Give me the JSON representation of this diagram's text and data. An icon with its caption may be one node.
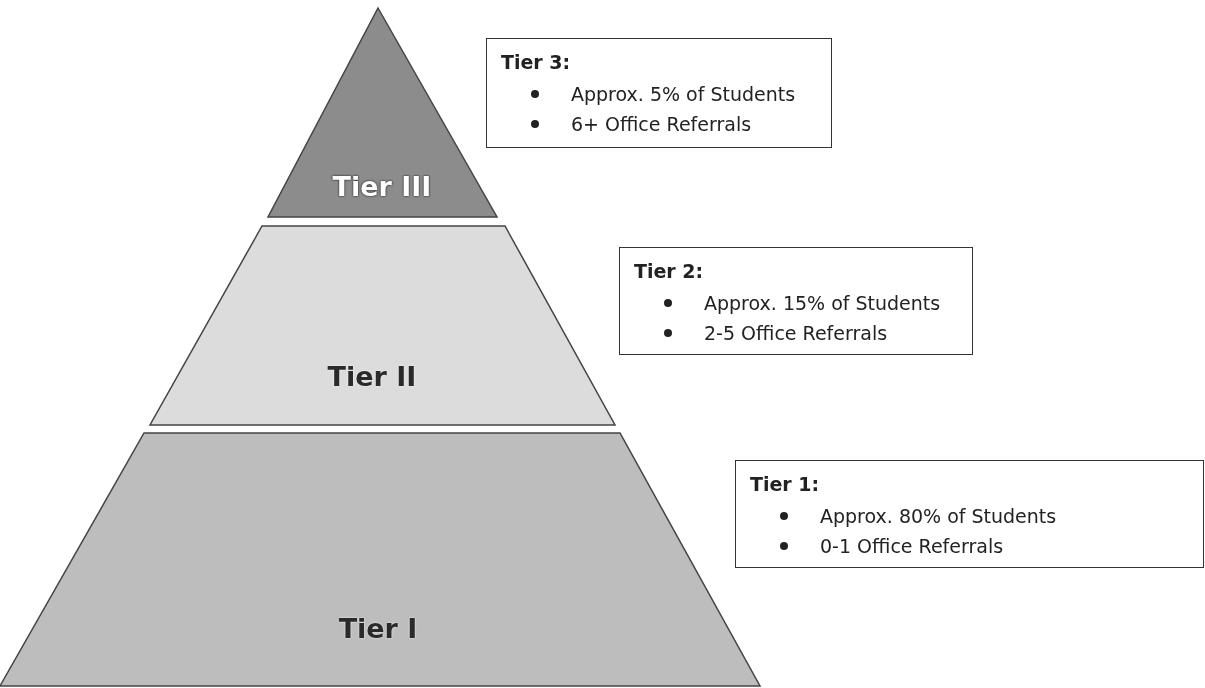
{
  "diagram": {
    "nodes": [
      {
        "text": [
          "Tier III"
        ]
      },
      {
        "text": [
          "Tier II"
        ]
      },
      {
        "text": [
          "Tier I"
        ]
      },
      {
        "text": [
          "Tier 3:",
          "Approx. 5% of Students",
          "6+ Office Referrals"
        ]
      },
      {
        "text": [
          "Tier 2:",
          "Approx. 15% of Students",
          "2-5 Office Referrals"
        ]
      },
      {
        "text": [
          "Tier 1:",
          "Approx. 80% of Students",
          "0-1 Office Referrals"
        ]
      }
    ]
  }
}
